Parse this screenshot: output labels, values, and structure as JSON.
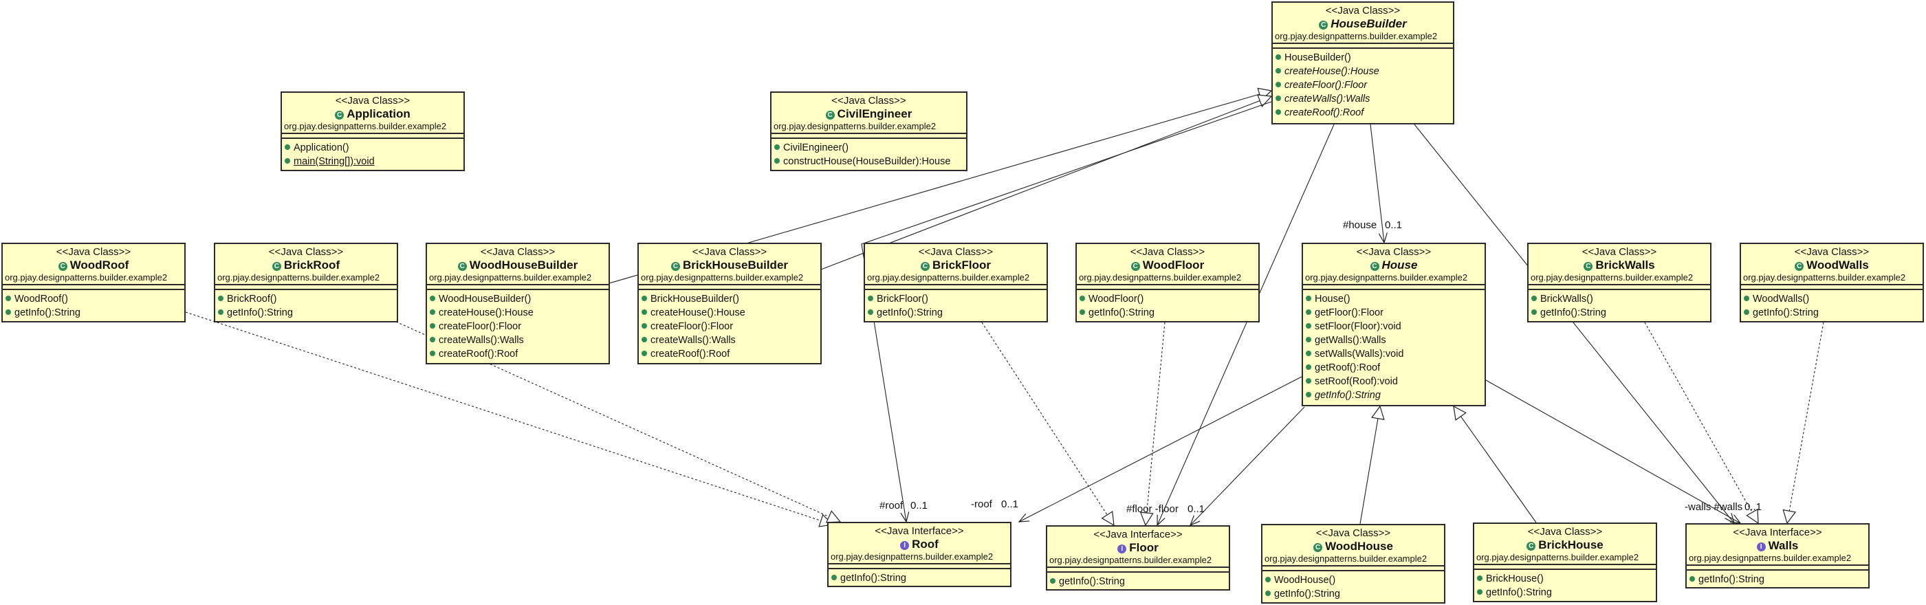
{
  "stereotypes": {
    "java_class": "<<Java Class>>",
    "java_interface": "<<Java Interface>>"
  },
  "package": "org.pjay.designpatterns.builder.example2",
  "classes": {
    "housebuilder": {
      "name": "HouseBuilder",
      "ops": [
        "HouseBuilder()",
        "createHouse():House",
        "createFloor():Floor",
        "createWalls():Walls",
        "createRoof():Roof"
      ]
    },
    "application": {
      "name": "Application",
      "ops": [
        "Application()",
        "main(String[]):void"
      ]
    },
    "civilengineer": {
      "name": "CivilEngineer",
      "ops": [
        "CivilEngineer()",
        "constructHouse(HouseBuilder):House"
      ]
    },
    "woodroof": {
      "name": "WoodRoof",
      "ops": [
        "WoodRoof()",
        "getInfo():String"
      ]
    },
    "brickroof": {
      "name": "BrickRoof",
      "ops": [
        "BrickRoof()",
        "getInfo():String"
      ]
    },
    "woodhousebuilder": {
      "name": "WoodHouseBuilder",
      "ops": [
        "WoodHouseBuilder()",
        "createHouse():House",
        "createFloor():Floor",
        "createWalls():Walls",
        "createRoof():Roof"
      ]
    },
    "brickhousebuilder": {
      "name": "BrickHouseBuilder",
      "ops": [
        "BrickHouseBuilder()",
        "createHouse():House",
        "createFloor():Floor",
        "createWalls():Walls",
        "createRoof():Roof"
      ]
    },
    "brickfloor": {
      "name": "BrickFloor",
      "ops": [
        "BrickFloor()",
        "getInfo():String"
      ]
    },
    "woodfloor": {
      "name": "WoodFloor",
      "ops": [
        "WoodFloor()",
        "getInfo():String"
      ]
    },
    "house": {
      "name": "House",
      "ops": [
        "House()",
        "getFloor():Floor",
        "setFloor(Floor):void",
        "getWalls():Walls",
        "setWalls(Walls):void",
        "getRoof():Roof",
        "setRoof(Roof):void",
        "getInfo():String"
      ]
    },
    "brickwalls": {
      "name": "BrickWalls",
      "ops": [
        "BrickWalls()",
        "getInfo():String"
      ]
    },
    "woodwalls": {
      "name": "WoodWalls",
      "ops": [
        "WoodWalls()",
        "getInfo():String"
      ]
    },
    "roof": {
      "name": "Roof",
      "ops": [
        "getInfo():String"
      ]
    },
    "floor": {
      "name": "Floor",
      "ops": [
        "getInfo():String"
      ]
    },
    "woodhouse": {
      "name": "WoodHouse",
      "ops": [
        "WoodHouse()",
        "getInfo():String"
      ]
    },
    "brickhouse": {
      "name": "BrickHouse",
      "ops": [
        "BrickHouse()",
        "getInfo():String"
      ]
    },
    "walls": {
      "name": "Walls",
      "ops": [
        "getInfo():String"
      ]
    }
  },
  "edge_labels": {
    "house_role": "#house",
    "house_mult": "0..1",
    "roof_prot": "#roof",
    "roof_prot_mult": "0..1",
    "roof_priv": "-roof",
    "roof_priv_mult": "0..1",
    "floor_roles": "#floor -floor",
    "floor_mult": "0..1",
    "walls_roles": "-walls #walls",
    "walls_mult": "0..1"
  },
  "colors": {
    "box_fill": "#ffffc6",
    "box_border": "#2b2b2b",
    "class_icon": "#2e8b57",
    "interface_icon": "#6a5acd"
  }
}
